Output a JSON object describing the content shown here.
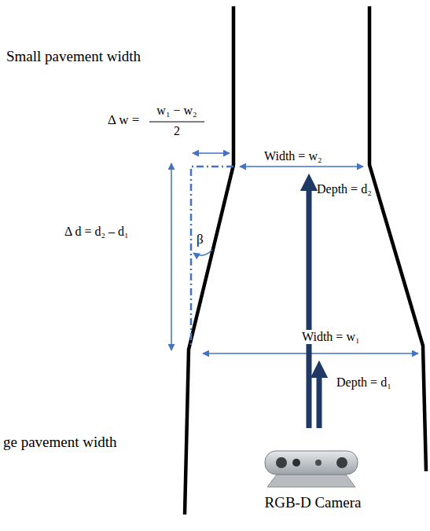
{
  "diagram": {
    "labels": [
      "Small pavement width",
      "Δ w =",
      "w₁ − w₂",
      "2",
      "Width = w₂",
      "Depth = d₂",
      "β",
      "Δ d = d₂ – d₁",
      "Width = w₁",
      "Depth = d₁",
      "ge pavement width",
      "RGB-D Camera"
    ]
  }
}
